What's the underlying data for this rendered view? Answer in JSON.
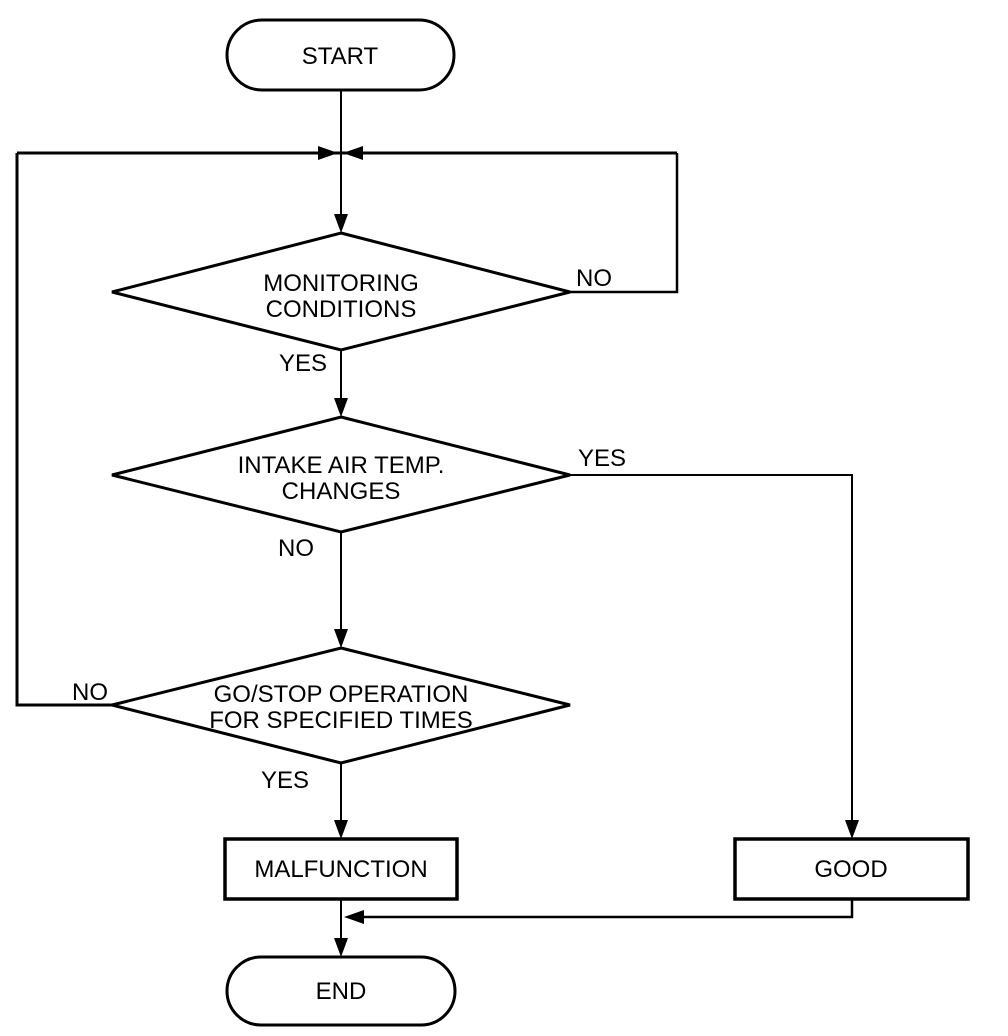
{
  "diagram": {
    "type": "flowchart",
    "colors": {
      "background": "#ffffff",
      "line": "#000000"
    },
    "nodes": {
      "start": {
        "label": "START",
        "shape": "terminator"
      },
      "monitoring_conditions": {
        "line1": "MONITORING",
        "line2": "CONDITIONS",
        "shape": "decision"
      },
      "intake_air_temp": {
        "line1": "INTAKE AIR TEMP.",
        "line2": "CHANGES",
        "shape": "decision"
      },
      "go_stop": {
        "line1": "GO/STOP OPERATION",
        "line2": "FOR SPECIFIED TIMES",
        "shape": "decision"
      },
      "malfunction": {
        "label": "MALFUNCTION",
        "shape": "process"
      },
      "good": {
        "label": "GOOD",
        "shape": "process"
      },
      "end": {
        "label": "END",
        "shape": "terminator"
      }
    },
    "edge_labels": {
      "monitoring_no": "NO",
      "monitoring_yes": "YES",
      "intake_yes": "YES",
      "intake_no": "NO",
      "go_stop_no": "NO",
      "go_stop_yes": "YES"
    }
  }
}
